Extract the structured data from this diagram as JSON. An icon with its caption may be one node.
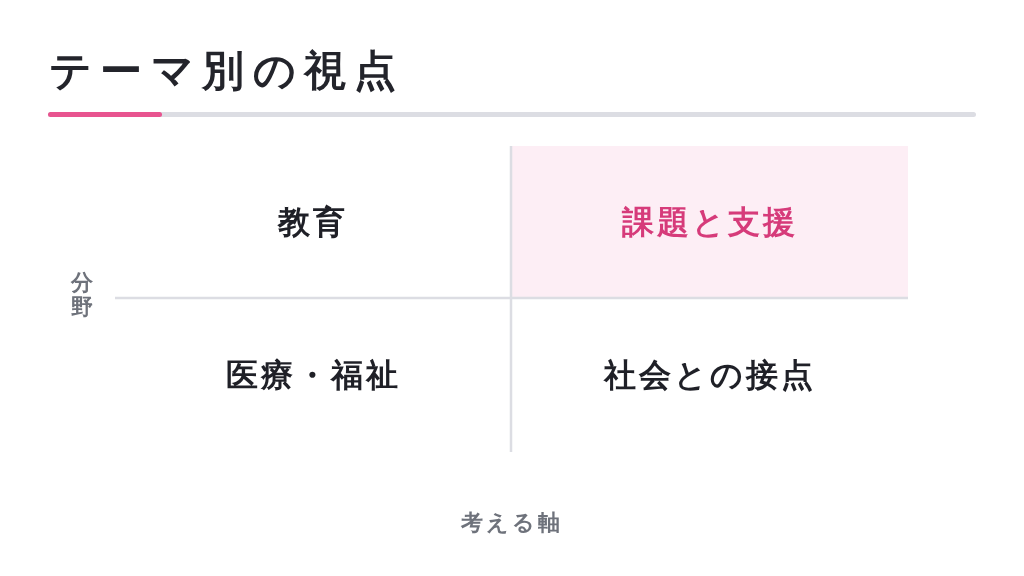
{
  "diagram": {
    "title": "テーマ別の視点",
    "nodes": [
      {
        "text": [
          "教育"
        ]
      },
      {
        "text": [
          "課題と支援"
        ]
      },
      {
        "text": [
          "医療・福祉"
        ]
      },
      {
        "text": [
          "社会との接点"
        ]
      }
    ],
    "labels": [
      "分野",
      "考える軸"
    ]
  }
}
